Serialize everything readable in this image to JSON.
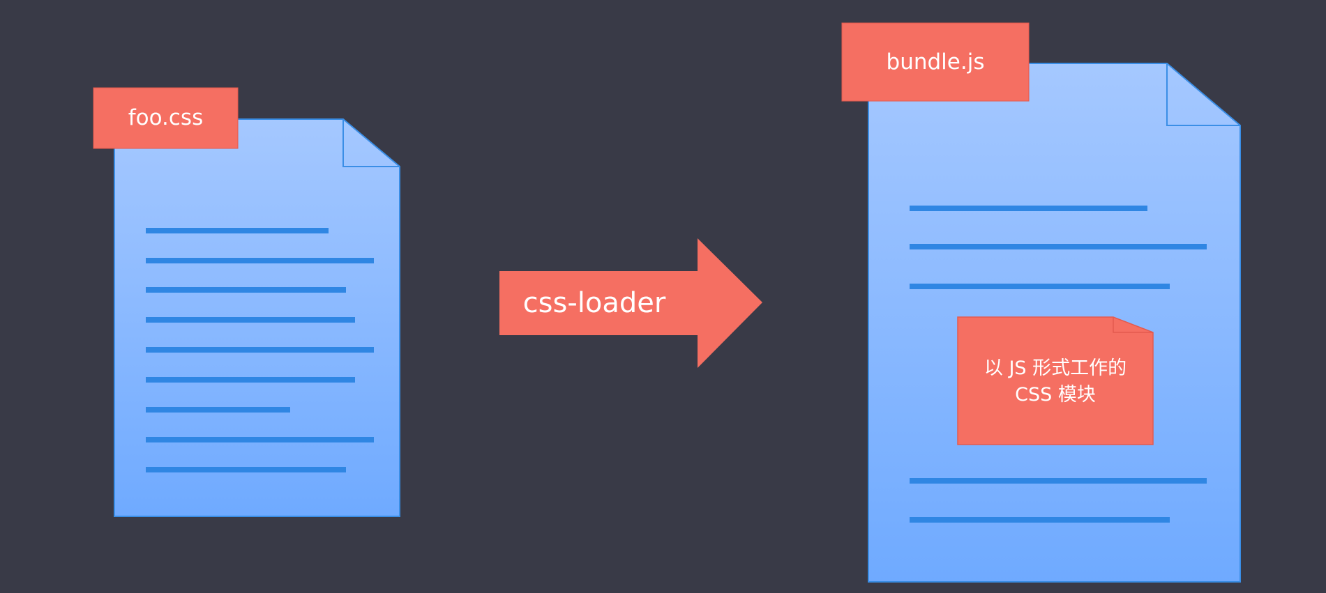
{
  "source_file": {
    "name": "foo.css"
  },
  "transform": {
    "label": "css-loader"
  },
  "output_file": {
    "name": "bundle.js",
    "embedded_module": {
      "line1": "以 JS 形式工作的",
      "line2": "CSS 模块"
    }
  },
  "colors": {
    "background": "#393a47",
    "document_top": "#a5c8ff",
    "document_bottom": "#6faaff",
    "document_border": "#3a8ee6",
    "text_lines": "#2f86e3",
    "accent": "#f56f62",
    "label_text": "#ffffff"
  }
}
